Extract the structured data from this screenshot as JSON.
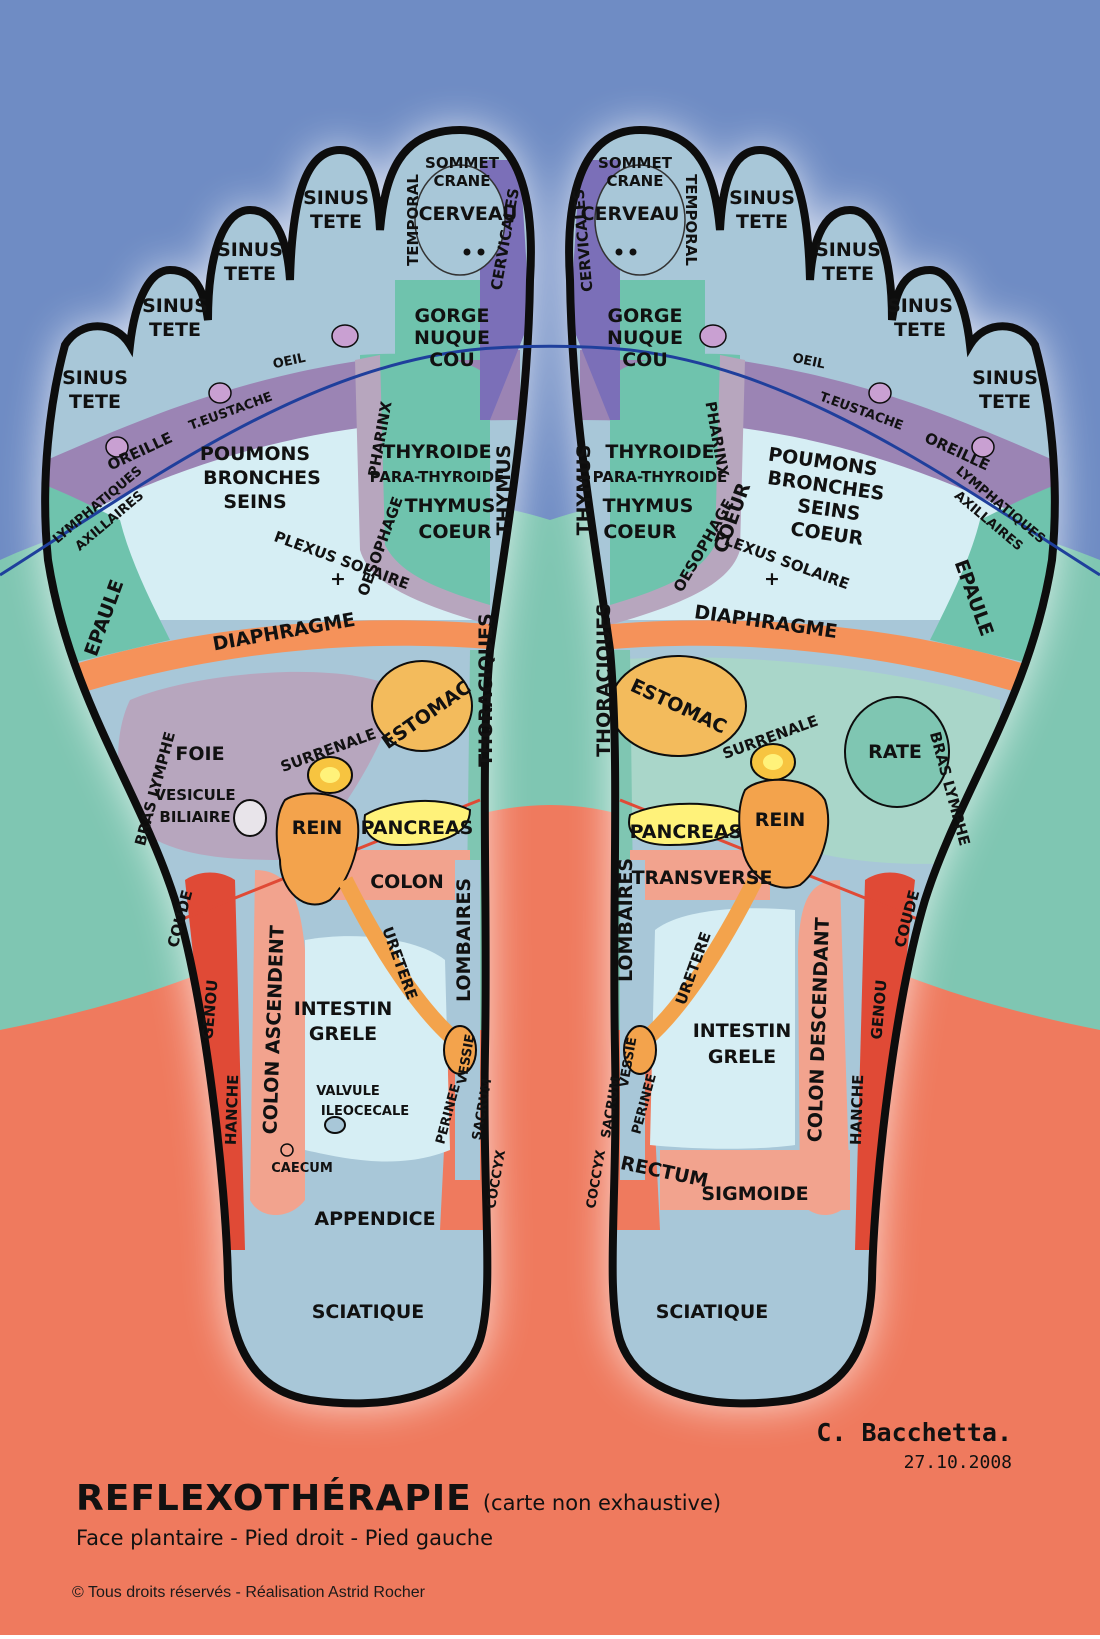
{
  "colors": {
    "sky": "#6f8cc4",
    "mint": "#7fc6b2",
    "coral": "#ef7a5e",
    "foot": "#a8c7d8",
    "outline": "#0d0d0d",
    "lung": "#d6eef4",
    "green": "#6fc3ad",
    "purple": "#9b84b4",
    "violet": "#7b6fb8",
    "orange": "#f5925a",
    "stomach": "#f3bb5c",
    "kidney": "#f3a34c",
    "colon": "#f2a38e",
    "liver": "#b7a6be",
    "red": "#e04a36",
    "yellow": "#fff27a"
  },
  "labels": {
    "sinus_tete": [
      "SINUS",
      "TETE"
    ],
    "sommet": "SOMMET",
    "crane": "CRANE",
    "cerveau_right": "CERVEAU",
    "cerveau_left": "CERVEAU",
    "temporal": "TEMPORAL",
    "cervicales": "CERVICALES",
    "gorge": "GORGE",
    "nuque": "NUQUE",
    "cou": "COU",
    "oeil": "OEIL",
    "oreille": "OREILLE",
    "t_eustache": "T.EUSTACHE",
    "lymphatiques": "LYMPHATIQUES",
    "axillaires": "AXILLAIRES",
    "poumons": "POUMONS",
    "bronches": "BRONCHES",
    "seins": "SEINS",
    "coeur": "COEUR",
    "pharinx": "PHARINX",
    "thyroide": "THYROIDE",
    "para_thyroide": "PARA-THYROIDE",
    "thymus": "THYMUS",
    "oesophage": "OESOPHAGE",
    "plexus": "PLEXUS SOLAIRE",
    "plus": "+",
    "epaule": "EPAULE",
    "diaphragme": "DIAPHRAGME",
    "thoraciques": "THORACIQUES",
    "estomac": "ESTOMAC",
    "foie": "FOIE",
    "vesicule": "VESICULE",
    "biliaire": "BILIAIRE",
    "surrenale": "SURRENALE",
    "rein": "REIN",
    "pancreas": "PANCREAS",
    "colon": "COLON",
    "transverse": "TRANSVERSE",
    "rate": "RATE",
    "bras_lymphe": "BRAS LYMPHE",
    "coude": "COUDE",
    "genou": "GENOU",
    "hanche": "HANCHE",
    "colon_ascendent": "COLON ASCENDENT",
    "colon_descendant": "COLON DESCENDANT",
    "uretere": "URETERE",
    "lombaires": "LOMBAIRES",
    "intestin": "INTESTIN",
    "grele": "GRELE",
    "valvule": "VALVULE",
    "ileocecale": "ILEOCECALE",
    "caecum": "CAECUM",
    "appendice": "APPENDICE",
    "vessie": "VESSIE",
    "sacrum": "SACRUM",
    "perinee": "PERINEE",
    "coccyx": "COCCYX",
    "rectum": "RECTUM",
    "sigmoide": "SIGMOIDE",
    "sciatique": "SCIATIQUE"
  },
  "footer": {
    "title": "REFLEXOTHÉRAPIE",
    "title_note": "(carte non exhaustive)",
    "subtitle": "Face plantaire - Pied droit - Pied gauche",
    "author": "C. Bacchetta.",
    "date": "27.10.2008",
    "copyright": "© Tous droits réservés - Réalisation Astrid Rocher"
  }
}
